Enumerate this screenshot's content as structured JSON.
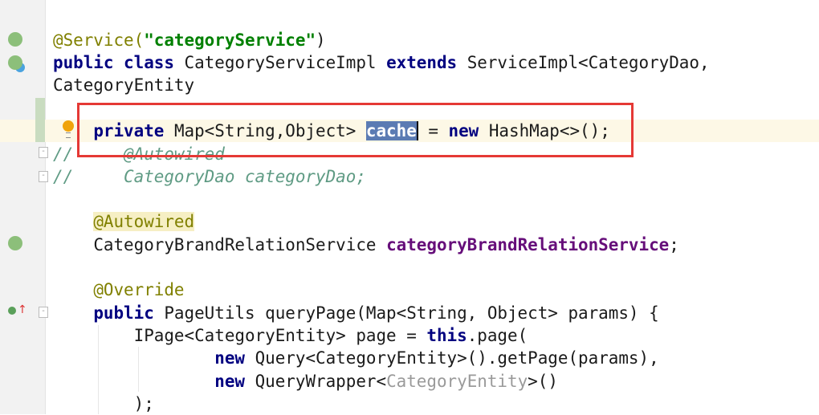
{
  "editor": {
    "lines": [
      [
        [
          "ann",
          "@Service("
        ],
        [
          "str",
          "\"categoryService\""
        ],
        [
          "",
          "\")\""
        ]
      ],
      [
        [
          "kw",
          "public class "
        ],
        [
          "",
          "CategoryServiceImpl "
        ],
        [
          "kw",
          "extends "
        ],
        [
          "",
          "ServiceImpl<CategoryDao, CategoryEntity"
        ]
      ],
      [],
      [],
      [
        [
          "",
          "    "
        ],
        [
          "kw",
          "private "
        ],
        [
          "",
          "Map<String,Object> "
        ],
        [
          "sel",
          "cache"
        ],
        [
          "",
          ""
        ],
        [
          "",
          " = "
        ],
        [
          "kw",
          "new "
        ],
        [
          "",
          "HashMap<>();"
        ]
      ],
      [
        [
          "cm",
          "//     @Autowired"
        ]
      ],
      [
        [
          "cm",
          "//     CategoryDao categoryDao;"
        ]
      ],
      [],
      [
        [
          "",
          "    "
        ],
        [
          "annhl",
          "@Autowired"
        ]
      ],
      [
        [
          "",
          "    CategoryBrandRelationService "
        ],
        [
          "fld",
          "categoryBrandRelationService"
        ],
        [
          "",
          ";"
        ]
      ],
      [],
      [
        [
          "",
          "    "
        ],
        [
          "ann",
          "@Override"
        ]
      ],
      [
        [
          "",
          "    "
        ],
        [
          "kw",
          "public "
        ],
        [
          "",
          "PageUtils queryPage(Map<String, Object> params) {"
        ]
      ],
      [
        [
          "",
          "        IPage<CategoryEntity> page = "
        ],
        [
          "kw",
          "this"
        ],
        [
          "",
          ".page("
        ]
      ],
      [
        [
          "",
          "                "
        ],
        [
          "kw",
          "new "
        ],
        [
          "",
          "Query<CategoryEntity>().getPage(params),"
        ]
      ],
      [
        [
          "",
          "                "
        ],
        [
          "kw",
          "new "
        ],
        [
          "",
          "QueryWrapper<"
        ],
        [
          "gray",
          "CategoryEntity"
        ],
        [
          "",
          ">()"
        ]
      ],
      [
        [
          "",
          "        );"
        ]
      ]
    ]
  }
}
